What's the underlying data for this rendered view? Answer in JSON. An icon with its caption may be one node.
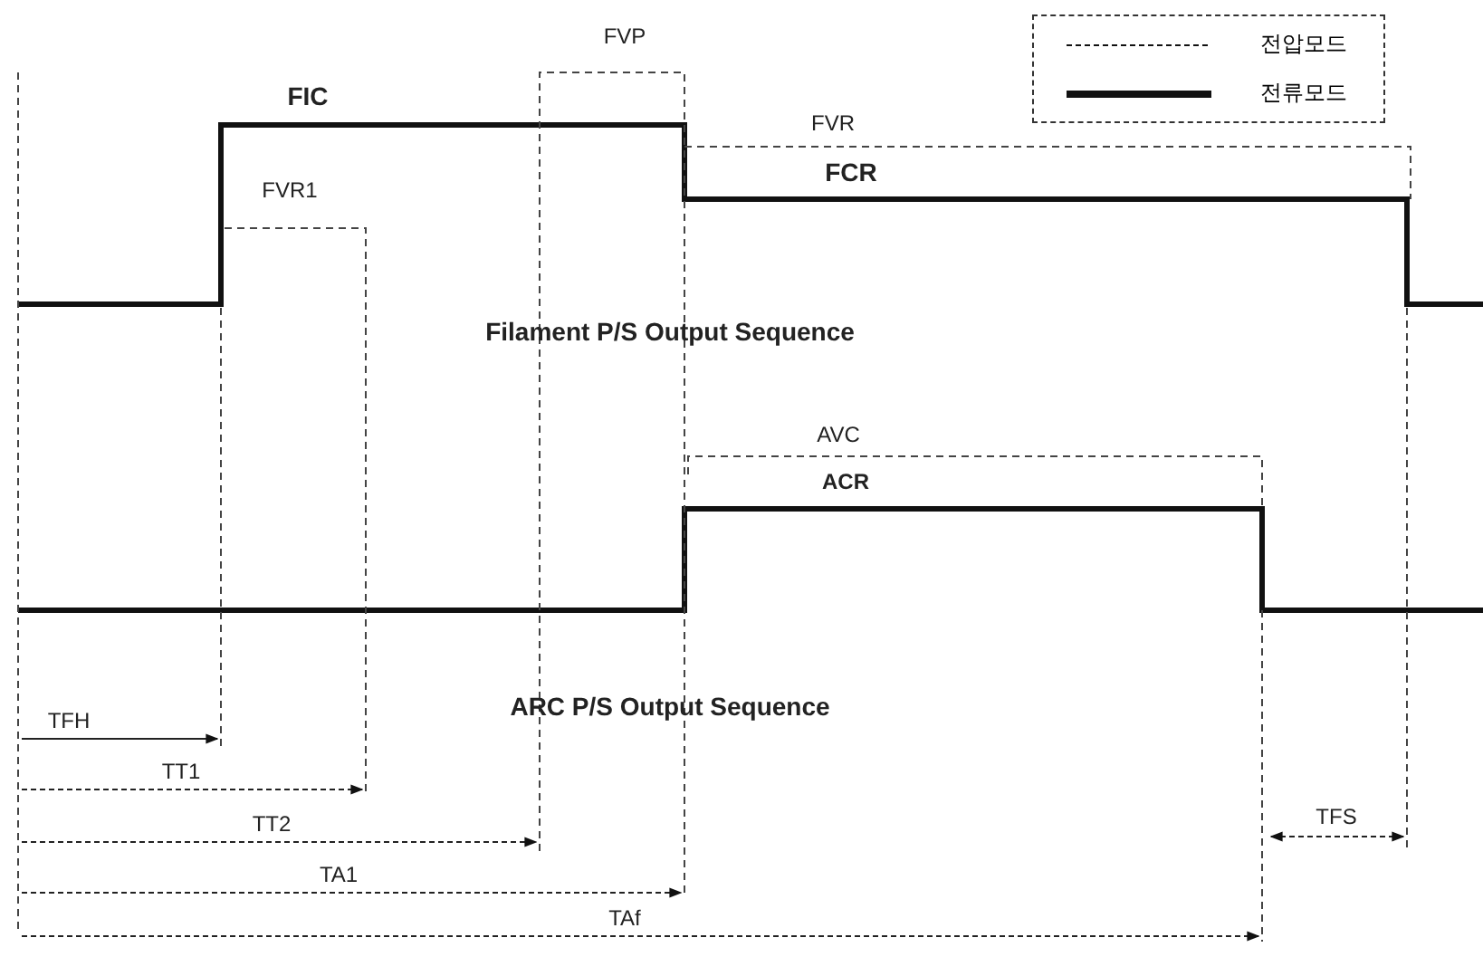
{
  "diagram": {
    "labels": [
      "FVP",
      "FIC",
      "FVR",
      "FCR",
      "FVR1",
      "Filament P/S Output Sequence",
      "AVC",
      "ACR",
      "ARC P/S Output Sequence",
      "TFH",
      "TT1",
      "TT2",
      "TA1",
      "TFS",
      "TAf"
    ],
    "legend": [
      {
        "text": "전압모드"
      },
      {
        "text": "전류모드"
      }
    ]
  }
}
